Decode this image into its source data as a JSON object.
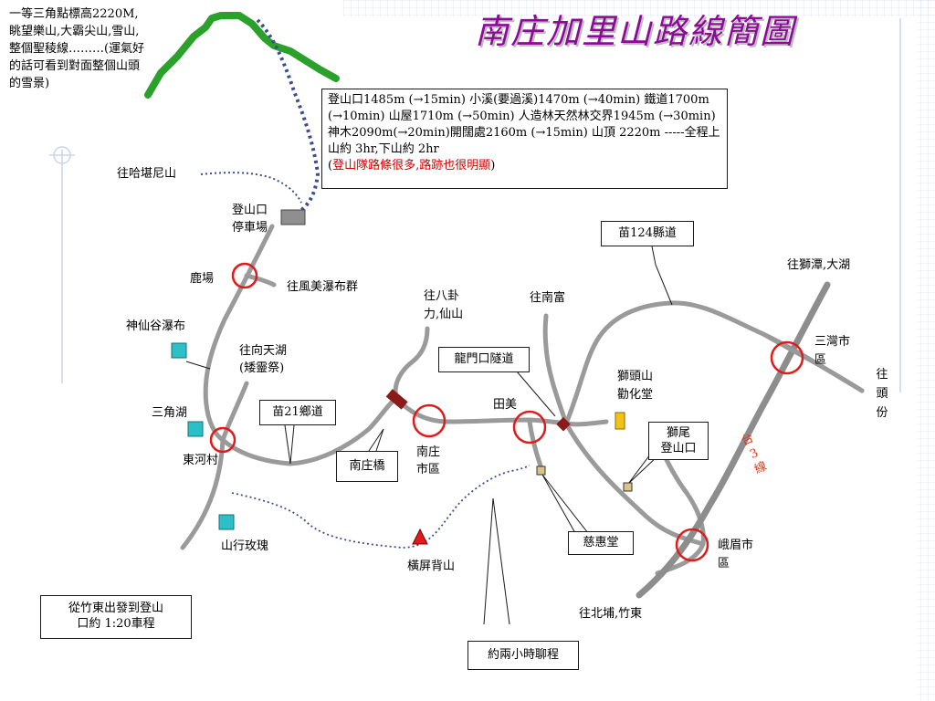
{
  "title": "南庄加里山路線簡圖",
  "top_left_note": "一等三角點標高2220M,眺望樂山,大霸尖山,雪山,整個聖稜線………(運氣好的話可看到對面整個山頭的雪景)",
  "info_box": {
    "text": "登山口1485m (→15min) 小溪(要過溪)1470m (→40min) 鐵道1700m (→10min) 山屋1710m (→50min) 人造林天然林交界1945m (→30min) 神木2090m(→20min)開闊處2160m (→15min) 山頂 2220m -----全程上山約 3hr,下山約 2hr",
    "warning_open": "(",
    "warning": "登山隊路條很多,路跡也很明顯",
    "warning_close": ")"
  },
  "labels": {
    "hakanisan": "往哈堪尼山",
    "trailhead_parking_1": "登山口",
    "trailhead_parking_2": "停車場",
    "luchang": "鹿場",
    "fengmei_falls": "往風美瀑布群",
    "shenxiangu_falls": "神仙谷瀑布",
    "xiangtian_lake_1": "往向天湖",
    "xiangtian_lake_2": "(矮靈祭)",
    "sanjiao_lake": "三角湖",
    "donghe_village": "東河村",
    "bagua_1": "往八卦",
    "bagua_2": "力,仙山",
    "nanfu": "往南富",
    "tianmei": "田美",
    "nanzhuang_town_1": "南庄",
    "nanzhuang_town_2": "市區",
    "shitoushan_1": "獅頭山",
    "shitoushan_2": "勸化堂",
    "shiziyu_daihu": "往獅潭,大湖",
    "sanwan_1": "三灣市",
    "sanwan_2": "區",
    "toufen_1": "往",
    "toufen_2": "頭",
    "toufen_3": "份",
    "emei_1": "峨眉市",
    "emei_2": "區",
    "beipu_zhudong": "往北埔,竹東",
    "shanxing_rose": "山行玫瑰",
    "hengping_mountain": "橫屏背山",
    "route3_1": "台",
    "route3_2": "3",
    "route3_3": "線"
  },
  "boxes": {
    "miao124": "苗124縣道",
    "longmenkou_tunnel": "龍門口隧道",
    "miao21": "苗21鄉道",
    "nanzhuang_bridge": "南庄橋",
    "shiwei_trailhead_1": "獅尾",
    "shiwei_trailhead_2": "登山口",
    "cihui_hall": "慈惠堂",
    "zhudong_drive_1": "從竹東出發到登山",
    "zhudong_drive_2": "口約 1:20車程",
    "two_hours_chat": "約兩小時聊程"
  },
  "colors": {
    "title": "#8b0a96",
    "road": "#9a9a9a",
    "trail": "#3d4d8f",
    "ridge": "#2aa12a",
    "town_circle": "#e01b1b",
    "landmark_cyan": "#2bbfc7",
    "bridge_marker": "#8b1a1a",
    "shrine_yellow": "#f2c21a",
    "warning": "#d00000",
    "route3": "#d83a1a"
  }
}
